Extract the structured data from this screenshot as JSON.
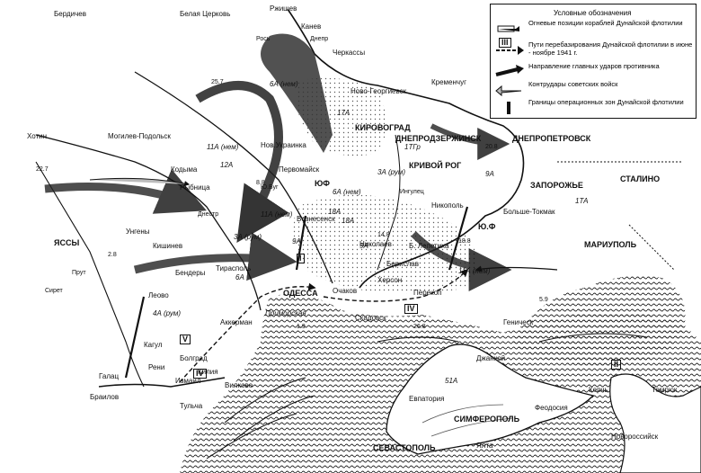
{
  "map": {
    "legend": {
      "title": "Условные обозначения",
      "items": [
        {
          "symbol": "ship-position-icon",
          "text": "Огневые позиции кораблей Дунайской флотилии"
        },
        {
          "symbol": "flotilla-route-icon",
          "text": "Пути перебазирования Дунайской флотилии в июне - ноябре 1941 г."
        },
        {
          "symbol": "main-attack-arrow-icon",
          "text": "Направление главных ударов противника"
        },
        {
          "symbol": "counterattack-arrow-icon",
          "text": "Контрудары советских войск"
        },
        {
          "symbol": "operation-boundary-icon",
          "text": "Границы операционных зон Дунайской флотилии"
        }
      ]
    },
    "places": {
      "berdichev": "Бердичев",
      "belaya_tserkov": "Белая Церковь",
      "rzhishchev": "Ржищев",
      "kanev": "Канев",
      "cherkassy": "Черкассы",
      "kremenchug": "Кременчуг",
      "novo_georgievsk": "Ново-Георгиевск",
      "kirovograd": "КИРОВОГРАД",
      "dnepropetrovsk": "ДНЕПРОПЕТРОВСК",
      "dneprodzerzhinsk": "ДНЕПРОДЗЕРЖИНСК",
      "khotin": "Хотин",
      "mogilev_podolsky": "Могилев-Подольск",
      "nov_ukrainka": "Нов.Украинка",
      "pervomaisk": "Первомайск",
      "kodyma": "Кодыма",
      "rybnitsa": "Рыбница",
      "krivoy_rog": "КРИВОЙ РОГ",
      "zaporozhye": "ЗАПОРОЖЬЕ",
      "stalino": "СТАЛИНО",
      "nikopol": "Никополь",
      "bolshaya_lepetikha": "Б. Лепетиха",
      "bolshe_tokmak": "Больше-Токмак",
      "mariupol": "МАРИУПОЛЬ",
      "yassy": "ЯССЫ",
      "ungeny": "Унгены",
      "kishinev": "Кишинев",
      "bendery": "Бендеры",
      "tiraspol": "Тирасполь",
      "voznesensk": "Вознесенск",
      "nikolaev": "Николаев",
      "berislav": "Берислав",
      "kherson": "Херсон",
      "odessa": "ОДЕССА",
      "ochakov": "Очаков",
      "perekop": "Перекоп",
      "skadovsk": "Скадовск",
      "genichesk": "Геническ",
      "akkerman": "Аккерман",
      "leovo": "Леово",
      "kagul": "Кагул",
      "bolgrad": "Болград",
      "izmail": "Измаил",
      "kiliya": "Килия",
      "vilkovo": "Вилково",
      "reni": "Рени",
      "braila": "Браилов",
      "galats": "Галац",
      "tulcha": "Тульча",
      "evpatoriya": "Евпатория",
      "simferopol": "СИМФЕРОПОЛЬ",
      "sevastopol": "СЕВАСТОПОЛЬ",
      "yalta": "Ялта",
      "feodosiya": "Феодосия",
      "kerch": "Керчь",
      "dzhankoy": "Джанкой",
      "temryuk": "Темрюк",
      "novorossiysk": "Новороссийск"
    },
    "rivers": {
      "dnepr": "Днепр",
      "yuzhny_bug": "Ю.Буг",
      "dnestr": "Днестр",
      "prut": "Прут",
      "siret": "Сирет",
      "ingulets": "Ингулец",
      "ros": "Рось"
    },
    "units": {
      "u1": "6А (нем)",
      "u2": "17А",
      "u3": "11А (нем)",
      "u4": "3А (рум)",
      "u5": "1ТГр",
      "u6": "4А (рум)",
      "u7": "3А (рум)",
      "u8": "11А (нем)",
      "u9": "18А",
      "u10": "9А",
      "u11": "12А",
      "u12": "ЮФ",
      "u13": "Ю.Ф",
      "u14": "6А",
      "u15": "9А",
      "u16": "18А",
      "u17": "11А (нем)",
      "u18": "Приморская",
      "u19": "51А",
      "u20": "9А",
      "u21": "1ТА",
      "u22": "6А (нем)"
    },
    "zones": {
      "z1": "V",
      "z2": "I",
      "z3": "IV",
      "z4": "II",
      "z5": "III",
      "z6": "IV"
    },
    "dates": {
      "d1": "22.7",
      "d2": "25.7",
      "d3": "2.8",
      "d4": "8.8",
      "d5": "14.8",
      "d6": "18.8",
      "d7": "20.8",
      "d8": "5.9",
      "d9": "1.9",
      "d10": "26.8"
    }
  }
}
